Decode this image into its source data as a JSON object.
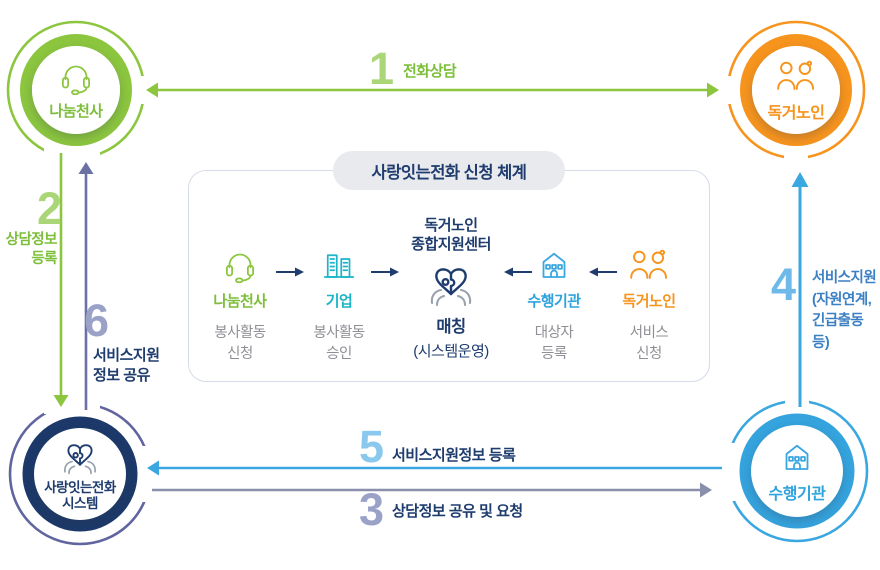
{
  "nodes": {
    "sharing_angel": {
      "label": "나눔천사"
    },
    "elderly": {
      "label": "독거노인"
    },
    "system": {
      "label_line1": "사랑잇는전화",
      "label_line2": "시스템"
    },
    "agency": {
      "label": "수행기관"
    }
  },
  "connectors": {
    "c1": {
      "num": "1",
      "label": "전화상담"
    },
    "c2": {
      "num": "2",
      "line1": "상담정보",
      "line2": "등록"
    },
    "c3": {
      "num": "3",
      "label": "상담정보 공유 및 요청"
    },
    "c4": {
      "num": "4",
      "line1": "서비스지원",
      "line2": "(자원연계,",
      "line3": "긴급출동 등)"
    },
    "c5": {
      "num": "5",
      "label": "서비스지원정보 등록"
    },
    "c6": {
      "num": "6",
      "line1": "서비스지원",
      "line2": "정보 공유"
    }
  },
  "center_box": {
    "title": "사랑잇는전화 신청 체계",
    "steps": {
      "angel": {
        "name": "나눔천사",
        "desc1": "봉사활동",
        "desc2": "신청"
      },
      "company": {
        "name": "기업",
        "desc1": "봉사활동",
        "desc2": "승인"
      },
      "hub": {
        "org1": "독거노인",
        "org2": "종합지원센터",
        "name": "매칭",
        "desc": "(시스템운영)"
      },
      "agency": {
        "name": "수행기관",
        "desc1": "대상자",
        "desc2": "등록"
      },
      "elderly": {
        "name": "독거노인",
        "desc1": "서비스",
        "desc2": "신청"
      }
    }
  },
  "icons": {
    "sharing_angel": "headset-icon",
    "elderly": "elderly-couple-icon",
    "system": "heart-puzzle-hands-icon",
    "agency": "house-icon",
    "company": "buildings-icon",
    "flow": "arrow-icon"
  },
  "colors": {
    "green": "#8CC63F",
    "orange": "#F7941E",
    "navy": "#1F3C6E",
    "blue": "#3BA7E1",
    "teal": "#1CB5C8",
    "slate": "#6B72A3",
    "slate_light": "#8A90AC",
    "gray_text": "#8F9095",
    "box_border": "#D6DBE8",
    "pill_bg": "#E9EAEE"
  }
}
